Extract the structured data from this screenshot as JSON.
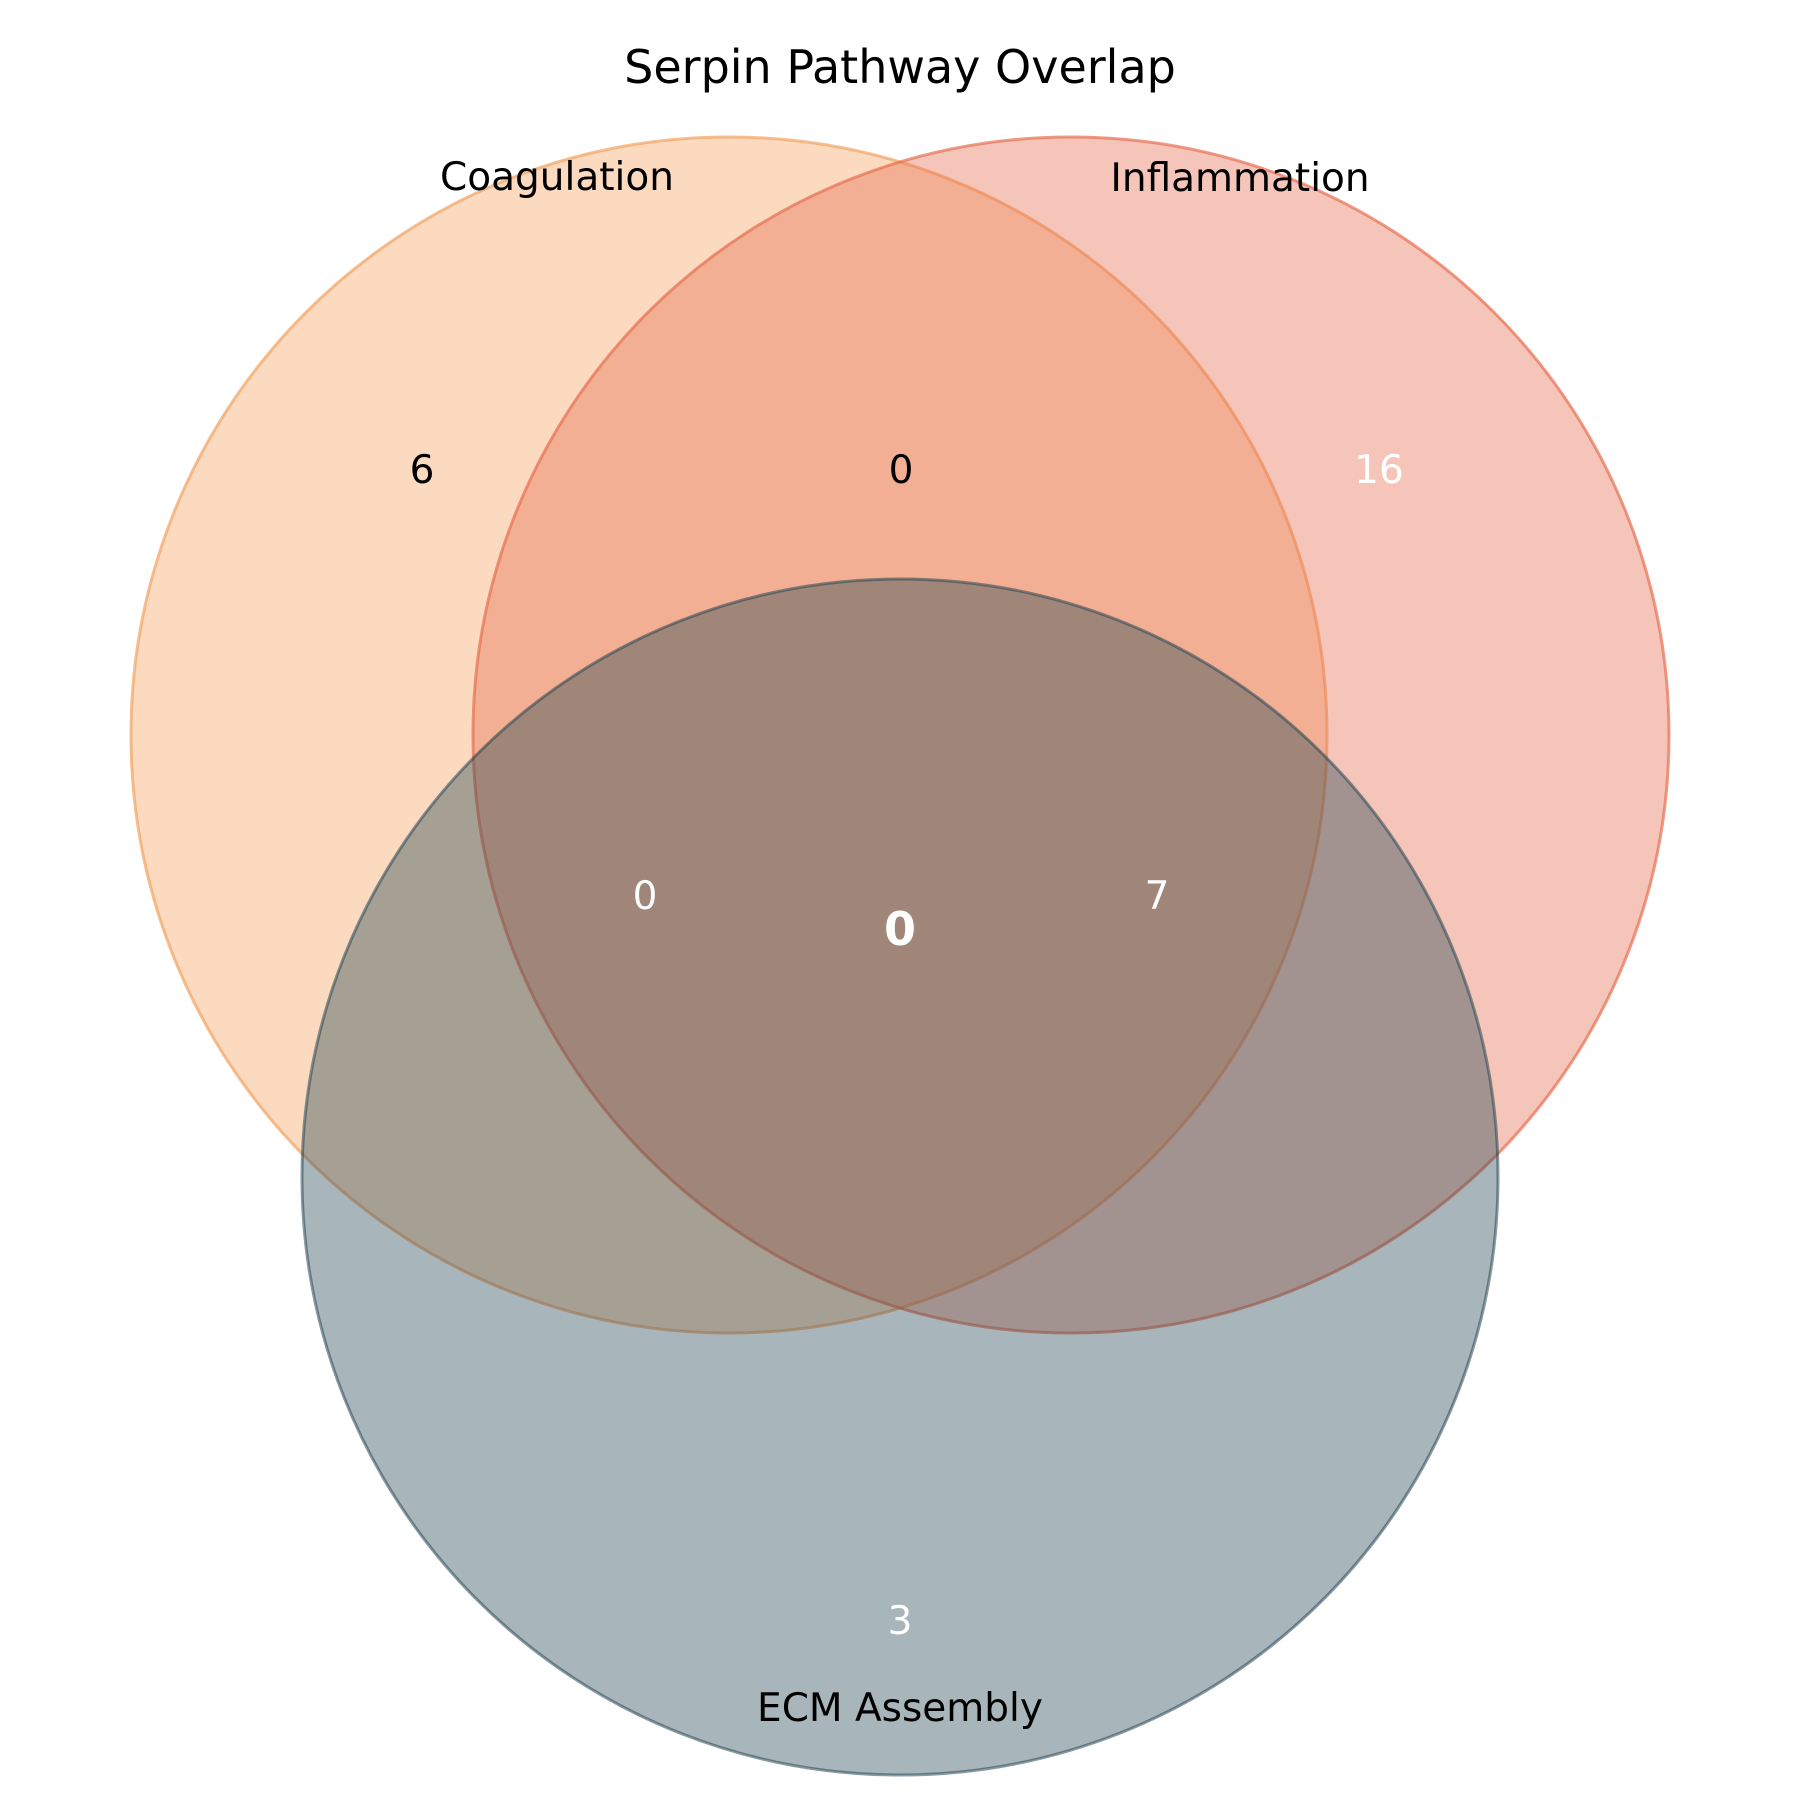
{
  "title": "Serpin Pathway Overlap",
  "sets": {
    "coagulation": {
      "label": "Coagulation",
      "color": "#f4a261"
    },
    "inflammation": {
      "label": "Inflammation",
      "color": "#e76f51"
    },
    "ecm": {
      "label": "ECM Assembly",
      "color": "#264653"
    }
  },
  "regions": {
    "coagulation_only": "6",
    "coag_inflam": "0",
    "inflammation_only": "16",
    "coag_ecm": "0",
    "all_three": "0",
    "inflam_ecm": "7",
    "ecm_only": "3"
  },
  "colors": {
    "text_dark": "#000000",
    "text_light": "#ffffff"
  }
}
